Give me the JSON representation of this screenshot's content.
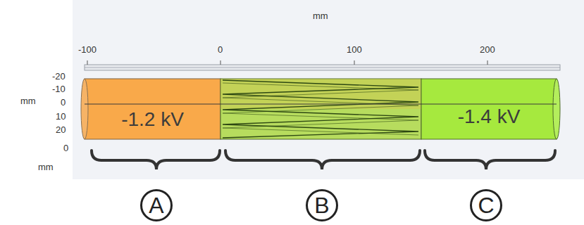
{
  "diagram": {
    "nodes": [
      {
        "text": [
          "-1.2 kV"
        ]
      },
      {
        "text": [
          "-1.4 kV"
        ]
      },
      {
        "text": [
          "A"
        ]
      },
      {
        "text": [
          "B"
        ]
      },
      {
        "text": [
          "C"
        ]
      }
    ],
    "labels": [
      "mm",
      "-100",
      "0",
      "100",
      "200",
      "-20",
      "-10",
      "0",
      "10",
      "20",
      "mm",
      "0",
      "mm"
    ]
  }
}
